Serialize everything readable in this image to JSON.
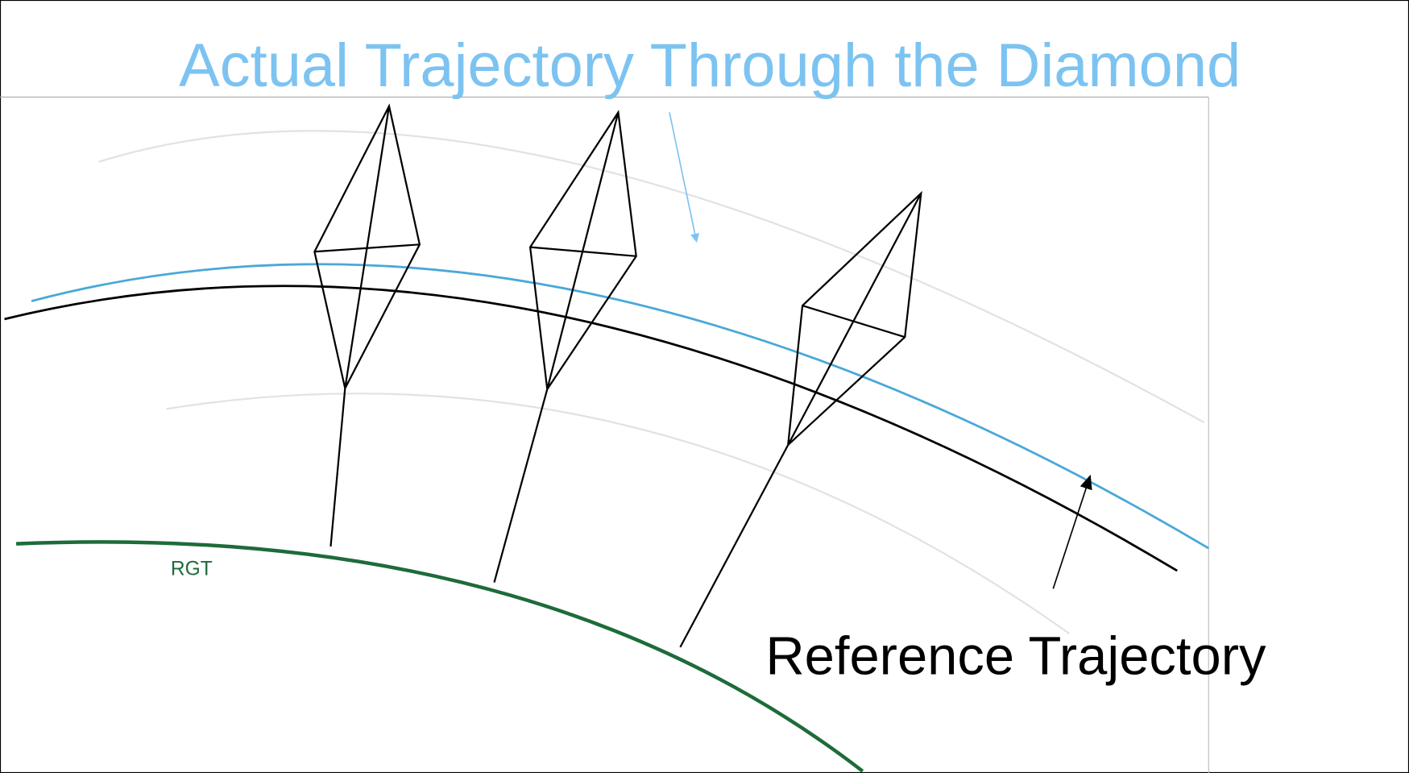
{
  "title": "Actual Trajectory Through the Diamond",
  "labels": {
    "reference": "Reference Trajectory",
    "rgt": "RGT"
  },
  "colors": {
    "actual_trajectory": "#4aa8d8",
    "title": "#7cc3f1",
    "reference_trajectory": "#000000",
    "rgt": "#1e6b3a",
    "guide_arcs": "#dddddd"
  }
}
